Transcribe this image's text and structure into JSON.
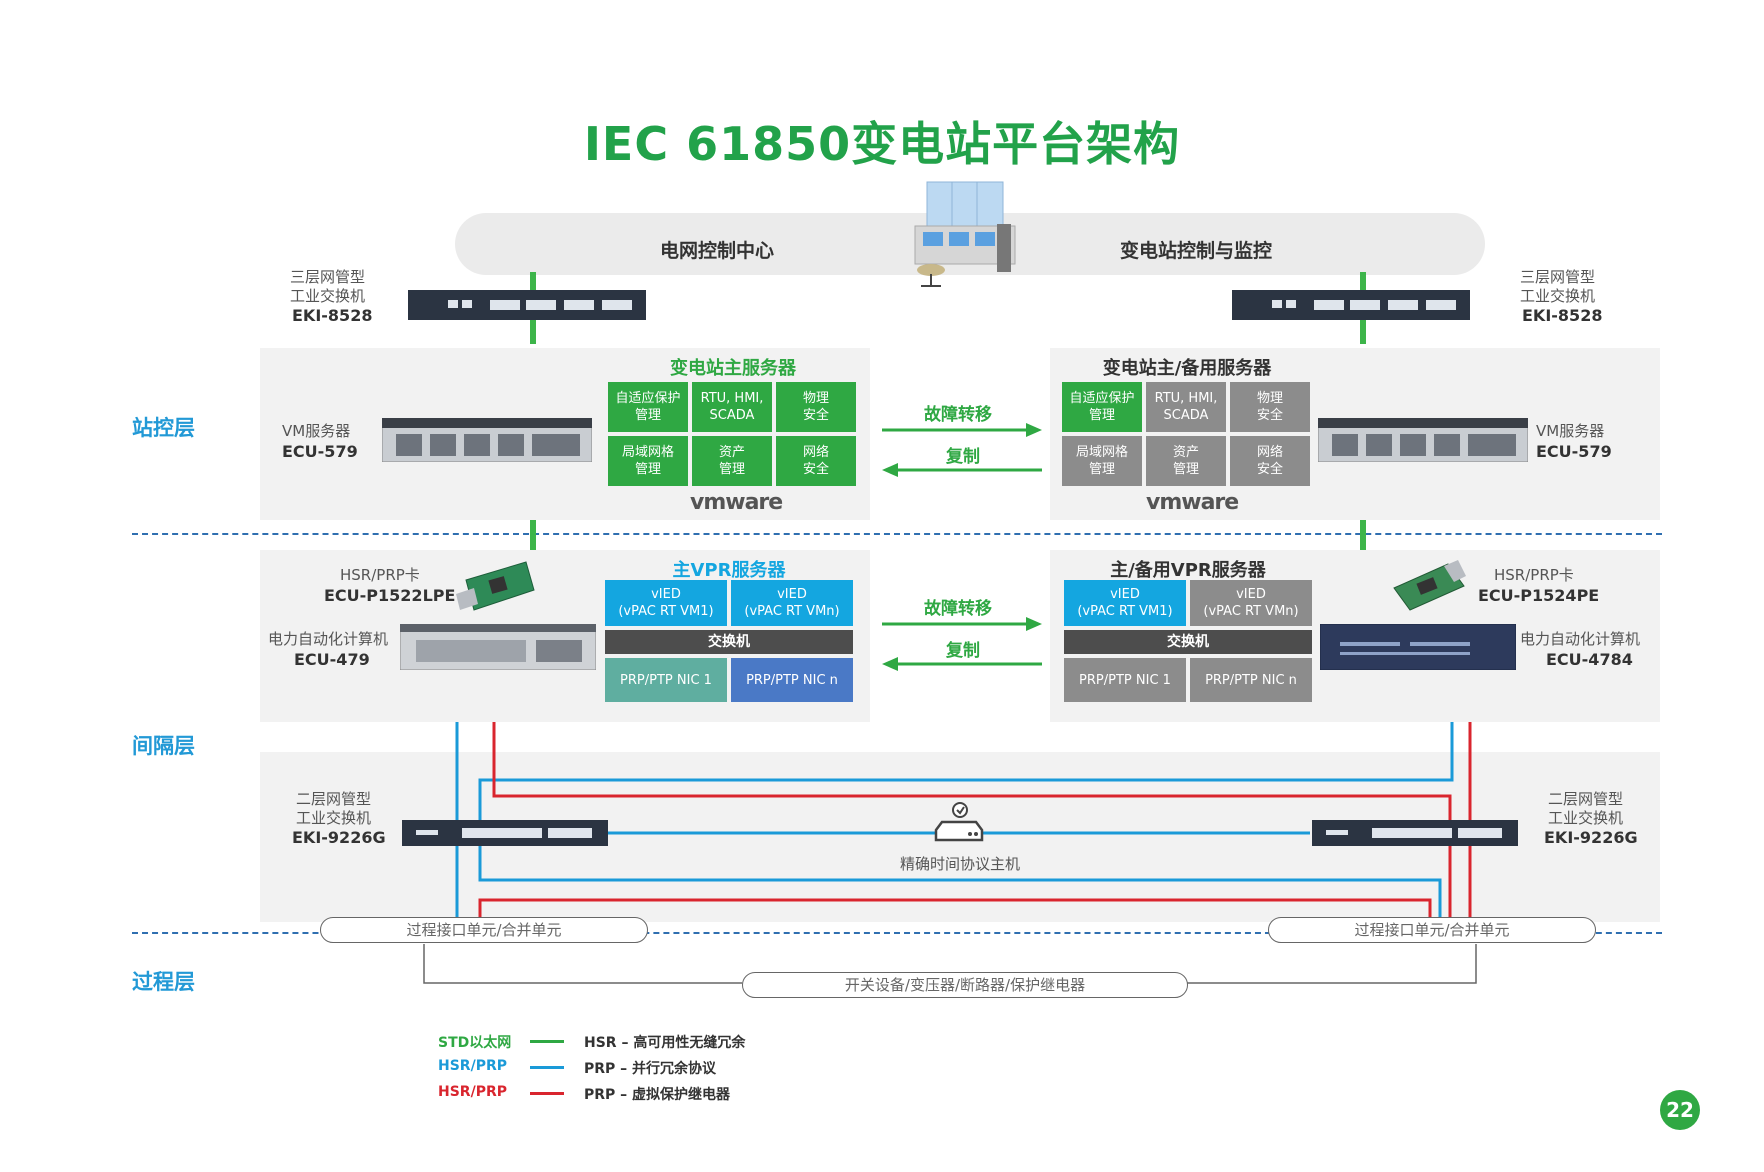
{
  "title": "IEC 61850变电站平台架构",
  "top": {
    "left_label": "电网控制中心",
    "right_label": "变电站控制与监控"
  },
  "switch_l3": {
    "line1": "三层网管型",
    "line2": "工业交换机",
    "model": "EKI-8528"
  },
  "layers": {
    "station": "站控层",
    "bay": "间隔层",
    "process": "过程层"
  },
  "station_left": {
    "title": "变电站主服务器",
    "cells": [
      "自适应保护\n管理",
      "RTU, HMI,\nSCADA",
      "物理\n安全",
      "局域网格\n管理",
      "资产\n管理",
      "网络\n安全"
    ],
    "vmware": "vmware"
  },
  "station_right": {
    "title": "变电站主/备用服务器",
    "cells": [
      "自适应保护\n管理",
      "RTU, HMI,\nSCADA",
      "物理\n安全",
      "局域网格\n管理",
      "资产\n管理",
      "网络\n安全"
    ],
    "vmware": "vmware"
  },
  "vm_server": {
    "label": "VM服务器",
    "model": "ECU-579"
  },
  "failover": "故障转移",
  "replicate": "复制",
  "bay_left": {
    "title": "主VPR服务器",
    "vied1": "vIED\n(vPAC RT VM1)",
    "vied2": "vIED\n(vPAC RT VMn)",
    "switch": "交换机",
    "nic1": "PRP/PTP NIC 1",
    "nic2": "PRP/PTP NIC n"
  },
  "bay_right": {
    "title": "主/备用VPR服务器",
    "vied1": "vIED\n(vPAC RT VM1)",
    "vied2": "vIED\n(vPAC RT VMn)",
    "switch": "交换机",
    "nic1": "PRP/PTP NIC 1",
    "nic2": "PRP/PTP NIC n"
  },
  "hsr_left": {
    "label": "HSR/PRP卡",
    "model": "ECU-P1522LPE"
  },
  "hsr_right": {
    "label": "HSR/PRP卡",
    "model": "ECU-P1524PE"
  },
  "pc_left": {
    "label": "电力自动化计算机",
    "model": "ECU-479"
  },
  "pc_right": {
    "label": "电力自动化计算机",
    "model": "ECU-4784"
  },
  "switch_l2": {
    "line1": "二层网管型",
    "line2": "工业交换机",
    "model": "EKI-9226G"
  },
  "ptp_master": "精确时间协议主机",
  "merging_unit": "过程接口单元/合并单元",
  "switchgear": "开关设备/变压器/断路器/保护继电器",
  "legend": [
    {
      "key": "STD以太网",
      "desc": "HSR – 高可用性无缝冗余",
      "color": "#2fa843"
    },
    {
      "key": "HSR/PRP",
      "desc": "PRP – 并行冗余协议",
      "color": "#1a9ad8"
    },
    {
      "key": "HSR/PRP",
      "desc": "PRP – 虚拟保护继电器",
      "color": "#d9252e"
    }
  ],
  "page_number": "22",
  "colors": {
    "green": "#2fa843",
    "blue": "#1a9ad8",
    "red": "#d9252e",
    "cyan": "#14a6e0"
  }
}
